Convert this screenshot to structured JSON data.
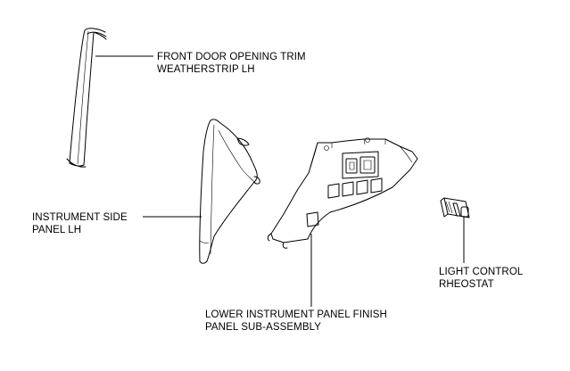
{
  "labels": {
    "weatherstrip": {
      "line1": "FRONT DOOR OPENING TRIM",
      "line2": "WEATHERSTRIP LH"
    },
    "side_panel": {
      "line1": "INSTRUMENT SIDE",
      "line2": "PANEL LH"
    },
    "lower_panel": {
      "line1": "LOWER INSTRUMENT PANEL FINISH",
      "line2": "PANEL SUB-ASSEMBLY"
    },
    "rheostat": {
      "line1": "LIGHT CONTROL",
      "line2": "RHEOSTAT"
    }
  },
  "colors": {
    "line": "#000000",
    "background": "#ffffff"
  }
}
